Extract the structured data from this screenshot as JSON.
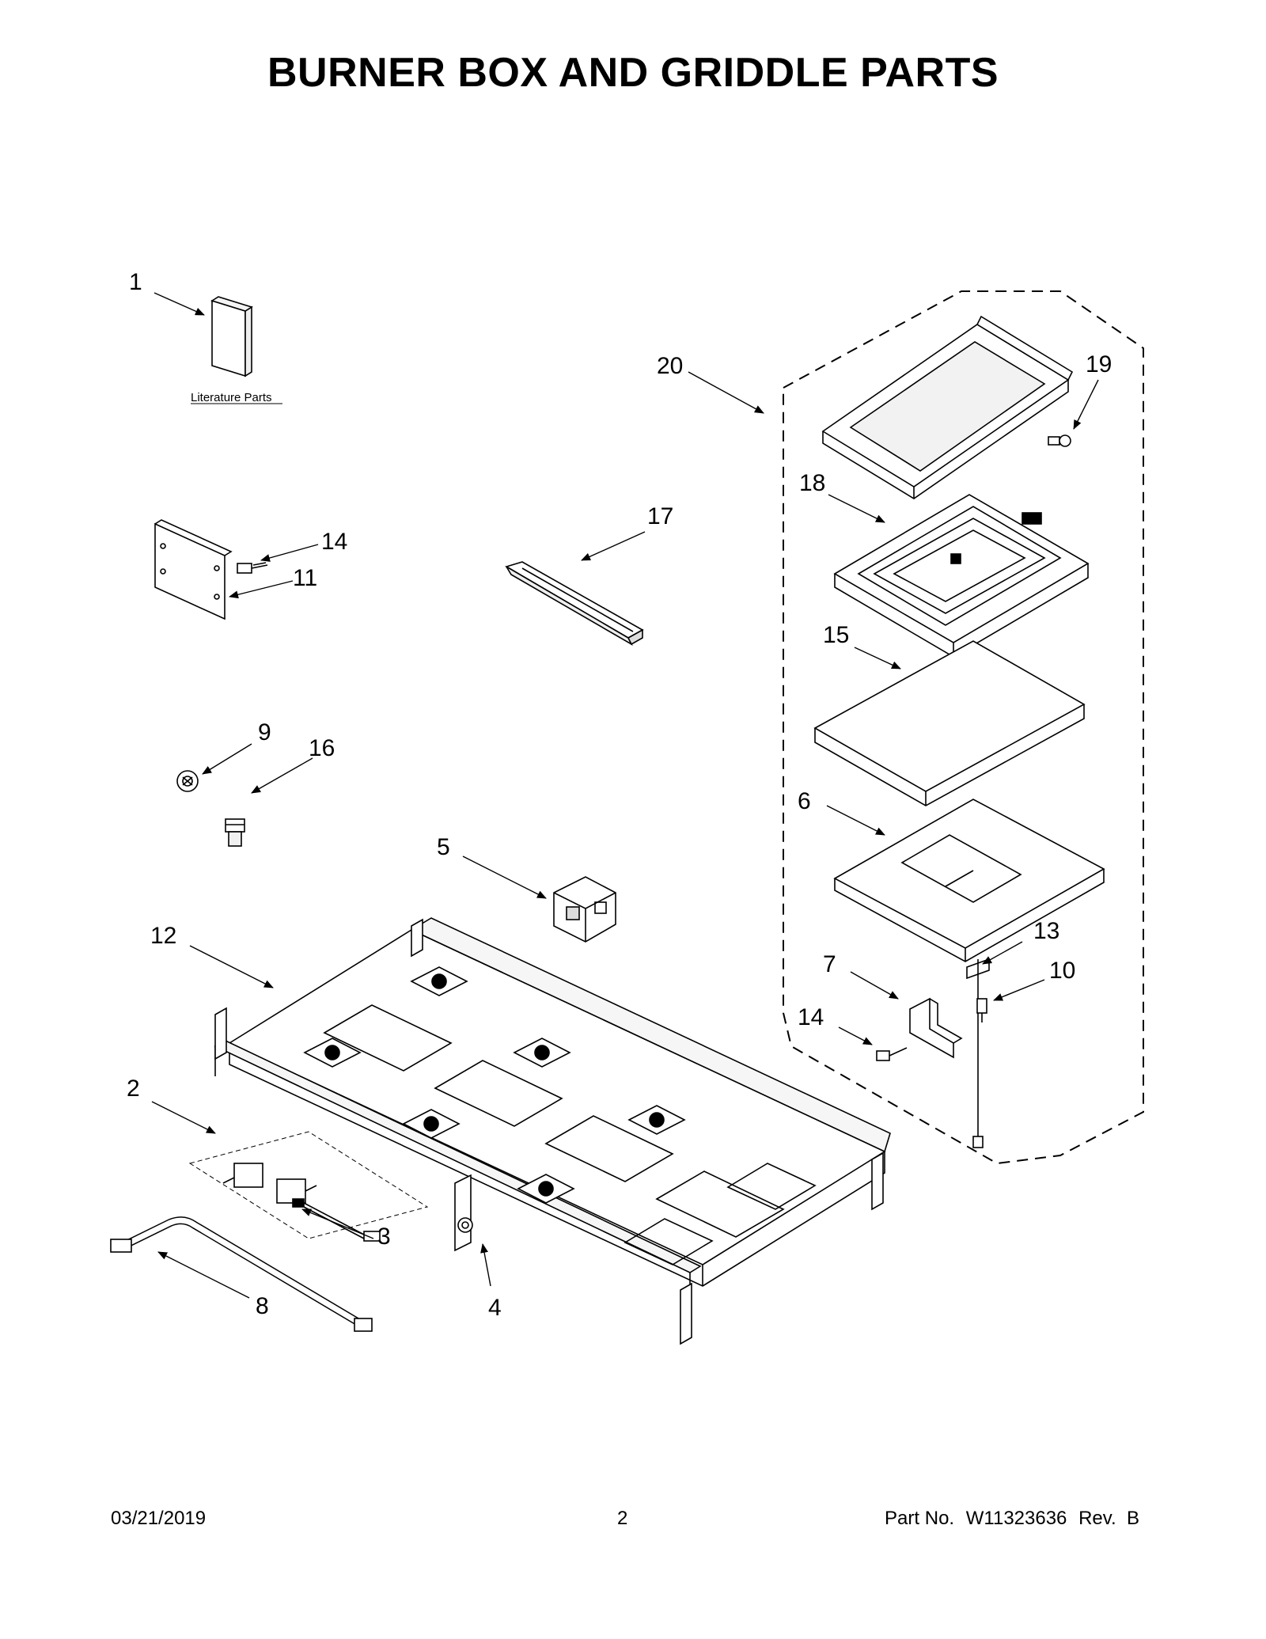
{
  "header": {
    "title": "BURNER BOX AND GRIDDLE PARTS"
  },
  "callouts": [
    "1",
    "2",
    "3",
    "4",
    "5",
    "6",
    "7",
    "8",
    "9",
    "10",
    "11",
    "12",
    "13",
    "14",
    "14",
    "15",
    "16",
    "17",
    "18",
    "19",
    "20"
  ],
  "labels": {
    "literature": "Literature Parts"
  },
  "footer": {
    "date": "03/21/2019",
    "page": "2",
    "part_prefix": "Part No.",
    "part_number": "W11323636",
    "revision": "Rev.  B"
  }
}
